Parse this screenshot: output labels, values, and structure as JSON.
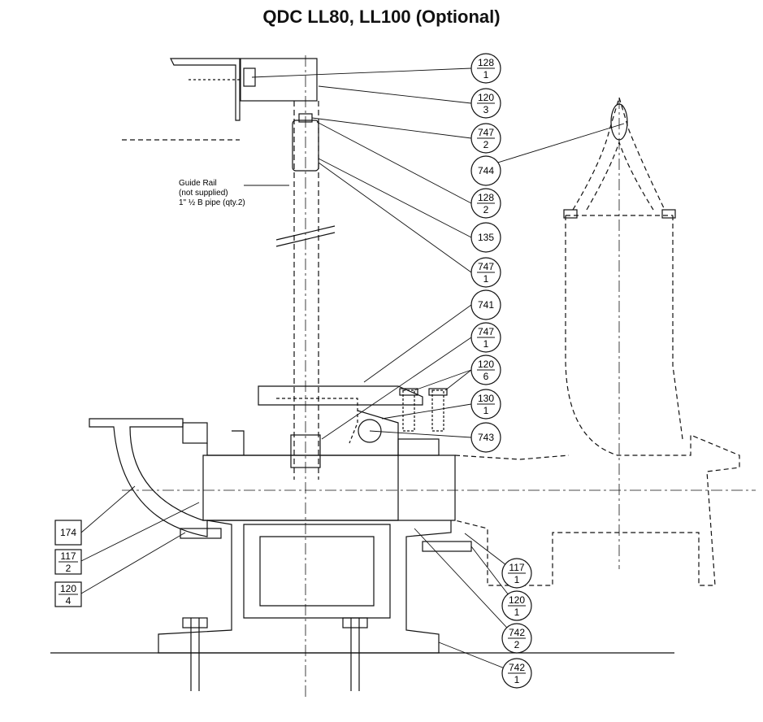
{
  "title": "QDC LL80, LL100 (Optional)",
  "note": {
    "line1": "Guide Rail",
    "line2": "(not supplied)",
    "line3": "1\" ½ B pipe (qty.2)"
  },
  "balloons": [
    {
      "id": "b-128-1",
      "top": "128",
      "bottom": "1"
    },
    {
      "id": "b-120-3",
      "top": "120",
      "bottom": "3"
    },
    {
      "id": "b-747-2",
      "top": "747",
      "bottom": "2"
    },
    {
      "id": "b-744",
      "top": "744"
    },
    {
      "id": "b-128-2",
      "top": "128",
      "bottom": "2"
    },
    {
      "id": "b-135",
      "top": "135"
    },
    {
      "id": "b-747-1a",
      "top": "747",
      "bottom": "1"
    },
    {
      "id": "b-741",
      "top": "741"
    },
    {
      "id": "b-747-1b",
      "top": "747",
      "bottom": "1"
    },
    {
      "id": "b-120-6",
      "top": "120",
      "bottom": "6"
    },
    {
      "id": "b-130-1",
      "top": "130",
      "bottom": "1"
    },
    {
      "id": "b-743",
      "top": "743"
    },
    {
      "id": "b-117-1",
      "top": "117",
      "bottom": "1"
    },
    {
      "id": "b-120-1",
      "top": "120",
      "bottom": "1"
    },
    {
      "id": "b-742-2",
      "top": "742",
      "bottom": "2"
    },
    {
      "id": "b-742-1",
      "top": "742",
      "bottom": "1"
    }
  ],
  "boxes": [
    {
      "id": "x-174",
      "top": "174"
    },
    {
      "id": "x-117-2",
      "top": "117",
      "bottom": "2"
    },
    {
      "id": "x-120-4",
      "top": "120",
      "bottom": "4"
    }
  ]
}
